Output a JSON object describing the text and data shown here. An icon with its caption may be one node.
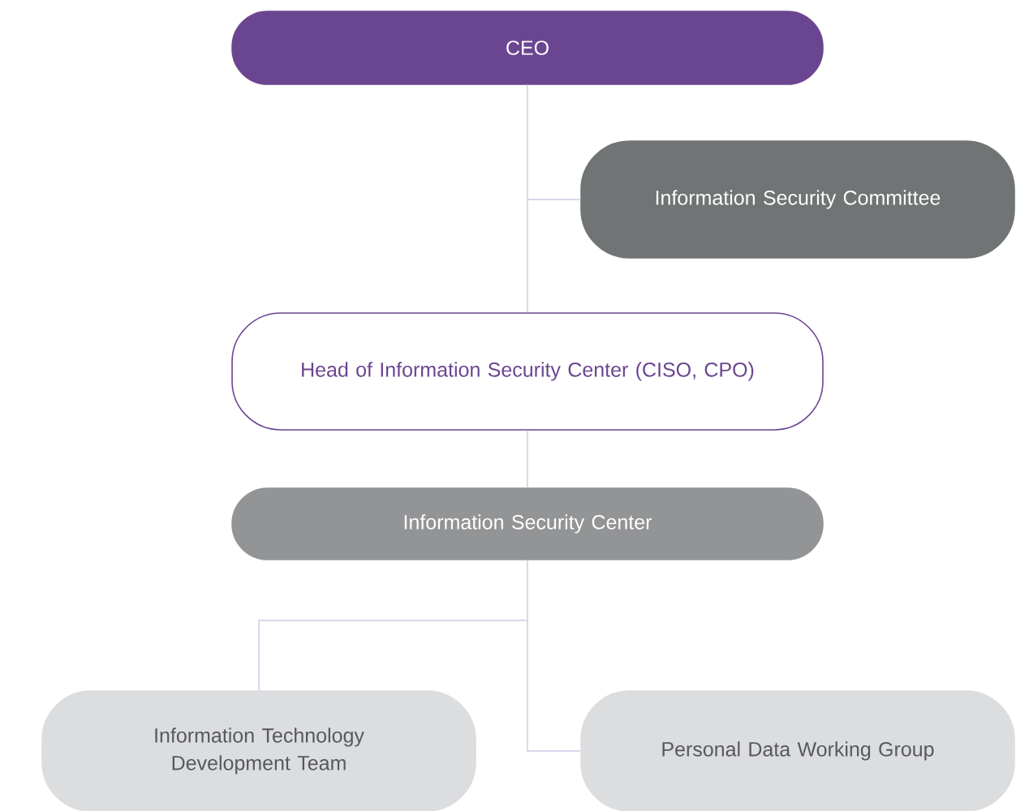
{
  "diagram": {
    "nodes": [
      {
        "text": [
          "CEO"
        ]
      },
      {
        "text": [
          "Information Security Committee"
        ]
      },
      {
        "text": [
          "Head of Information Security Center (CISO, CPO)"
        ]
      },
      {
        "text": [
          "Information Security Center"
        ]
      },
      {
        "text": [
          "Information Technology Development Team"
        ]
      },
      {
        "text": [
          "Personal Data Working Group"
        ]
      }
    ],
    "edges": [
      {
        "from": 0,
        "to": 2,
        "arrow": "none"
      },
      {
        "from": 0,
        "to": 1,
        "arrow": "none"
      },
      {
        "from": 2,
        "to": 3,
        "arrow": "none"
      },
      {
        "from": 3,
        "to": 4,
        "arrow": "none"
      },
      {
        "from": 3,
        "to": 5,
        "arrow": "none"
      }
    ]
  }
}
